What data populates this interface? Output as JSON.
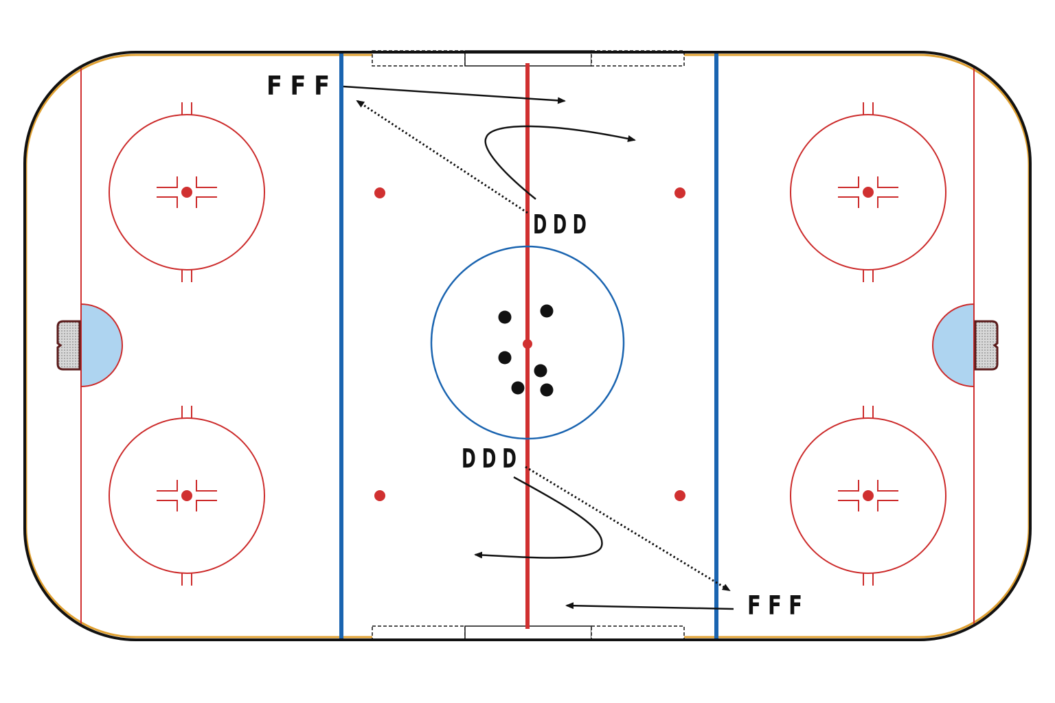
{
  "diagram": {
    "type": "hockey-rink-drill",
    "colors": {
      "ice": "#ffffff",
      "boards": "#111111",
      "kick_plate": "#e0a030",
      "red_line": "#d03030",
      "goal_line": "#d03030",
      "blue_line": "#1a64b0",
      "faceoff_circle": "#cc2a2a",
      "center_circle": "#1a64b0",
      "crease": "#aed4f0",
      "net": "#c8c8c8",
      "player_text": "#111111",
      "puck": "#111111",
      "path": "#111111"
    },
    "labels": {
      "forwards_top": "F F F",
      "forwards_bottom": "F F F",
      "defense_top": "D D D",
      "defense_bottom": "D D D"
    },
    "groups": [
      {
        "name": "forwards_top",
        "role": "forwards",
        "side": "top",
        "count": 3
      },
      {
        "name": "defense_top",
        "role": "defense",
        "side": "top",
        "count": 3
      },
      {
        "name": "defense_bottom",
        "role": "defense",
        "side": "bottom",
        "count": 3
      },
      {
        "name": "forwards_bottom",
        "role": "forwards",
        "side": "bottom",
        "count": 3
      }
    ],
    "puck_count": 6,
    "paths": [
      {
        "name": "forward-skate-top",
        "style": "solid",
        "arrow": "end",
        "from": "forwards_top",
        "direction": "right"
      },
      {
        "name": "defense-pass-top",
        "style": "dotted",
        "arrow": "end",
        "from": "defense_top",
        "to": "forwards_top"
      },
      {
        "name": "defense-skate-top",
        "style": "solid-curve",
        "arrow": "end",
        "from": "defense_top",
        "direction": "right"
      },
      {
        "name": "defense-pass-bottom",
        "style": "dotted",
        "arrow": "end",
        "from": "defense_bottom",
        "to": "forwards_bottom"
      },
      {
        "name": "defense-skate-bottom",
        "style": "solid-curve",
        "arrow": "end",
        "from": "defense_bottom",
        "direction": "left"
      },
      {
        "name": "forward-skate-bottom",
        "style": "solid",
        "arrow": "end",
        "from": "forwards_bottom",
        "direction": "left"
      }
    ]
  }
}
